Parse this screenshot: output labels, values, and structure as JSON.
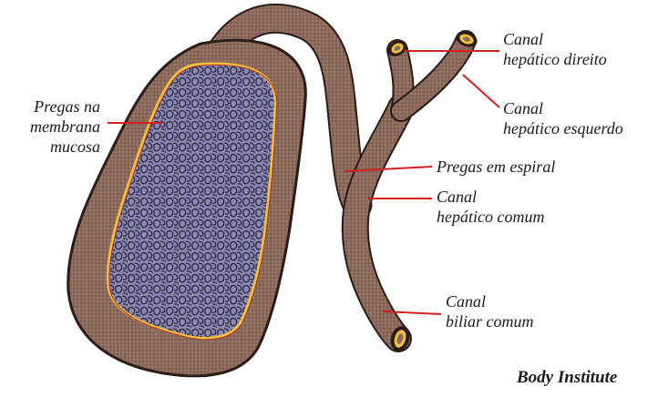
{
  "labels": {
    "mucosa_folds": [
      "Pregas na",
      "membrana",
      "mucosa"
    ],
    "right_hepatic_duct": [
      "Canal",
      "hepático direito"
    ],
    "left_hepatic_duct": [
      "Canal",
      "hepático esquerdo"
    ],
    "spiral_folds": "Pregas em espiral",
    "common_hepatic_duct": [
      "Canal",
      "hepático comum"
    ],
    "common_bile_duct": [
      "Canal",
      "biliar comum"
    ]
  },
  "credit": "Body Institute",
  "colors": {
    "organ_fill": "#8c6a5c",
    "organ_outline": "#2a1c16",
    "mucosa_fill": "#7d7ca6",
    "mucosa_cell": "#3a3452",
    "mucosa_border": "#f0c040",
    "duct_lumen": "#f0c040",
    "leader_line": "#d42020"
  }
}
